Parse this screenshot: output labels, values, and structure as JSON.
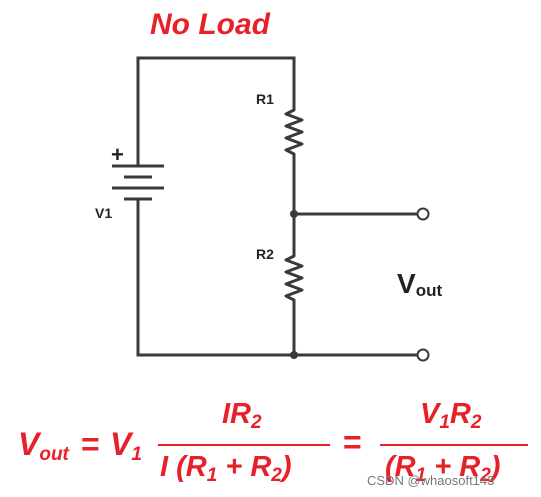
{
  "diagram": {
    "title": "No Load",
    "components": {
      "battery": {
        "label": "V1",
        "polarity_mark": "+"
      },
      "resistor_top": {
        "label": "R1"
      },
      "resistor_bottom": {
        "label": "R2"
      },
      "output": {
        "label_main": "V",
        "label_sub": "out"
      }
    },
    "equation": {
      "lhs_main": "V",
      "lhs_sub": "out",
      "equals": "=",
      "v1_main": "V",
      "v1_sub": "1",
      "frac1_num_main": "IR",
      "frac1_num_sub": "2",
      "frac1_den_pre": "I (R",
      "frac1_den_sub1": "1",
      "frac1_den_mid": " + R",
      "frac1_den_sub2": "2",
      "frac1_den_post": ")",
      "equals2": "=",
      "frac2_num_a": "V",
      "frac2_num_a_sub": "1",
      "frac2_num_b": "R",
      "frac2_num_b_sub": "2",
      "frac2_den_pre": "(R",
      "frac2_den_sub1": "1",
      "frac2_den_mid": " + R",
      "frac2_den_sub2": "2",
      "frac2_den_post": ")"
    },
    "colors": {
      "accent": "#e8202a",
      "wire": "#3a3a3a",
      "text": "#222222"
    }
  },
  "watermark": "CSDN @whaosoft143"
}
